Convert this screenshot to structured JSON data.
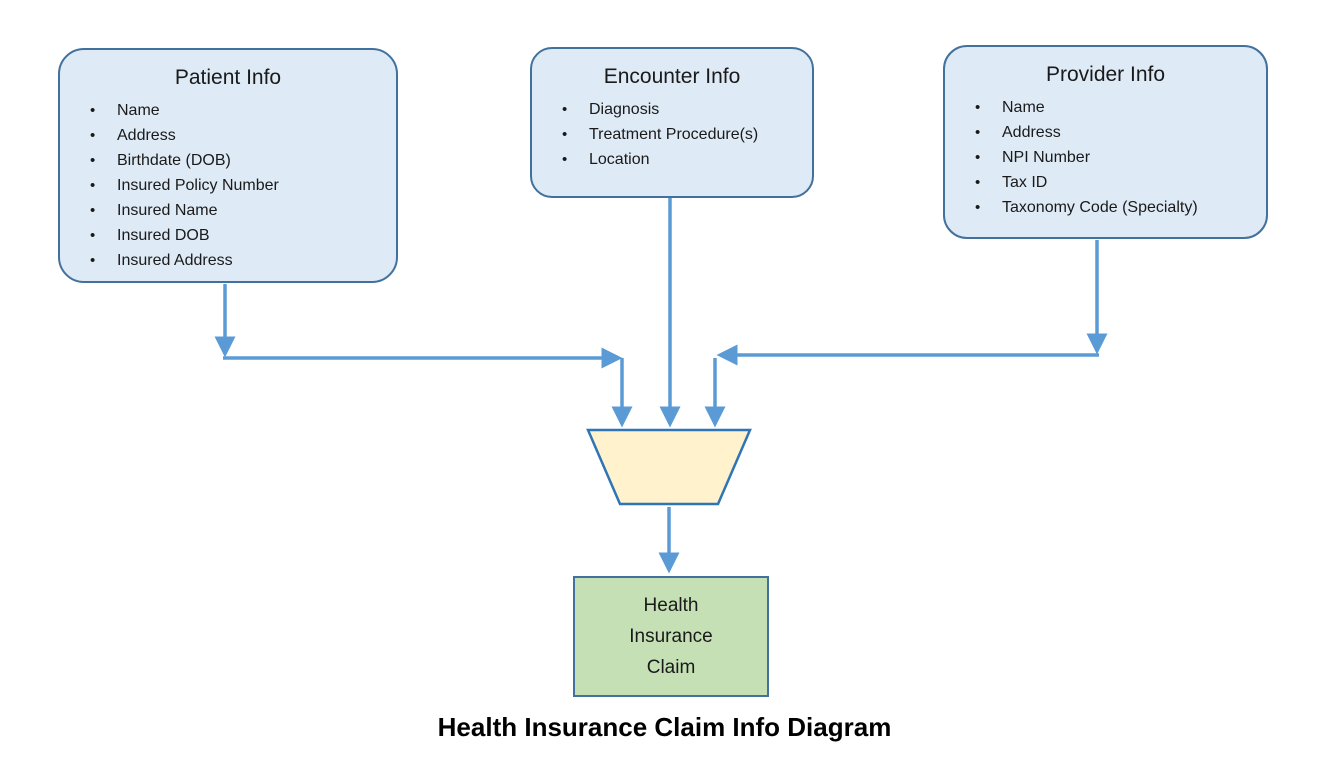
{
  "diagram": {
    "caption": "Health Insurance Claim Info Diagram",
    "nodes": {
      "patient": {
        "title": "Patient Info",
        "items": [
          "Name",
          "Address",
          "Birthdate (DOB)",
          "Insured Policy Number",
          "Insured Name",
          "Insured DOB",
          "Insured Address"
        ]
      },
      "encounter": {
        "title": "Encounter Info",
        "items": [
          "Diagnosis",
          "Treatment Procedure(s)",
          "Location"
        ]
      },
      "provider": {
        "title": "Provider Info",
        "items": [
          "Name",
          "Address",
          "NPI Number",
          "Tax ID",
          "Taxonomy Code (Specialty)"
        ]
      },
      "claim": {
        "lines": [
          "Health",
          "Insurance",
          "Claim"
        ]
      }
    },
    "bullet_glyph": "•",
    "colors": {
      "node_fill": "#deeaf6",
      "node_border": "#41719c",
      "arrow": "#5b9bd5",
      "funnel_fill": "#fff2cc",
      "funnel_border": "#2e75b6",
      "claim_fill": "#c5e0b4",
      "claim_border": "#41719c",
      "text": "#1a1a1a"
    }
  }
}
